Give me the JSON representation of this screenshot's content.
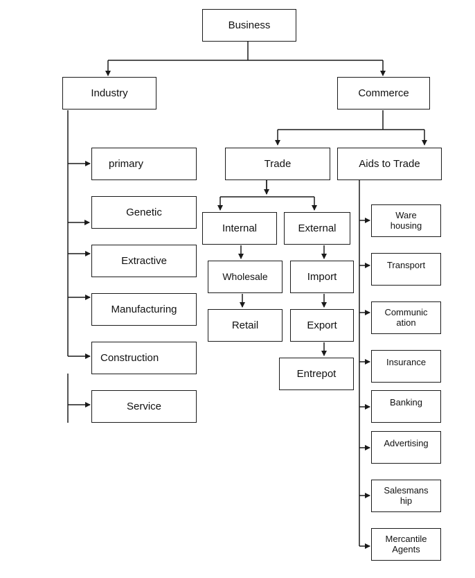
{
  "root": "Business",
  "branches": {
    "industry": {
      "label": "Industry",
      "items": [
        "primary",
        "Genetic",
        "Extractive",
        "Manufacturing",
        "Construction",
        "Service"
      ]
    },
    "commerce": {
      "label": "Commerce",
      "trade": {
        "label": "Trade",
        "internal": {
          "label": "Internal",
          "items": [
            "Wholesale",
            "Retail"
          ]
        },
        "external": {
          "label": "External",
          "items": [
            "Import",
            "Export",
            "Entrepot"
          ]
        }
      },
      "aids_to_trade": {
        "label": "Aids to Trade",
        "items": [
          [
            "Ware",
            "housing"
          ],
          [
            "Transport"
          ],
          [
            "Communic",
            "ation"
          ],
          [
            "Insurance"
          ],
          [
            "Banking"
          ],
          [
            "Advertising"
          ],
          [
            "Salesmans",
            "hip"
          ],
          [
            "Mercantile",
            "Agents"
          ]
        ]
      }
    }
  }
}
